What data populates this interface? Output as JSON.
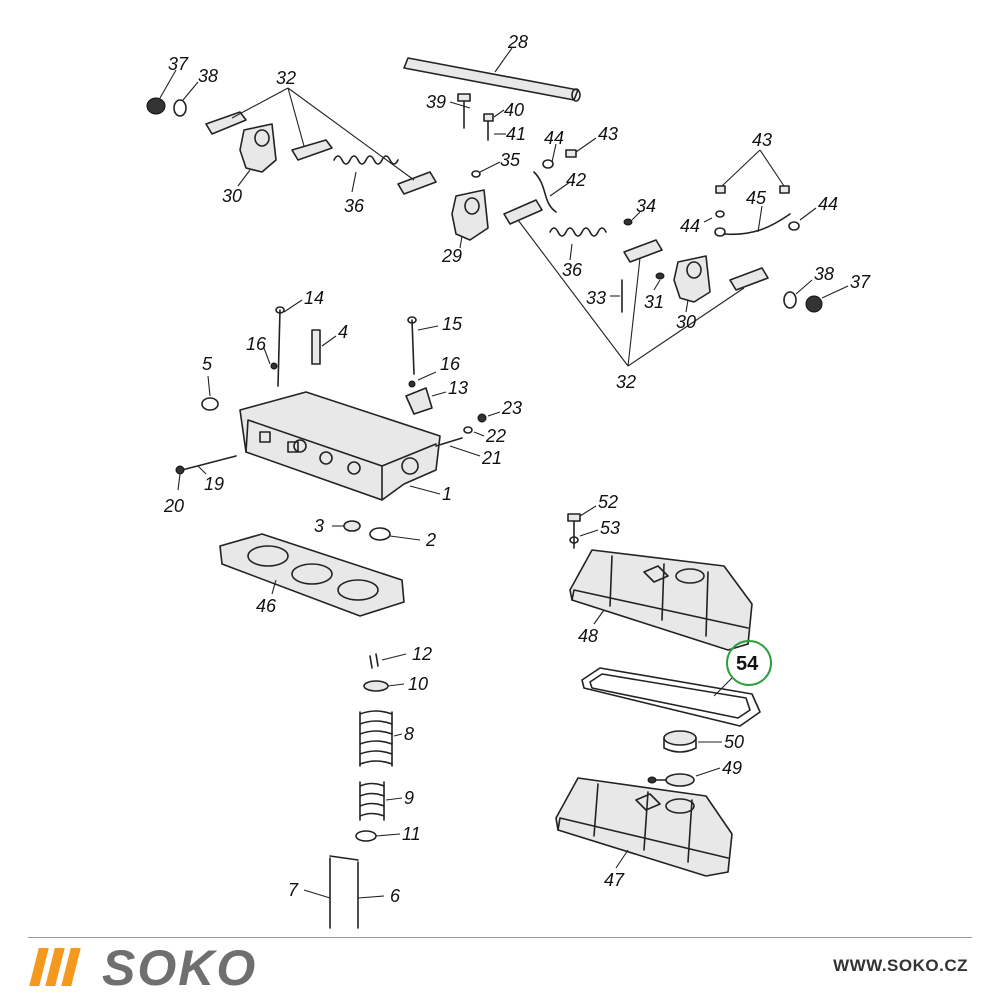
{
  "diagram": {
    "labels": [
      "28",
      "37",
      "38",
      "32",
      "39",
      "40",
      "41",
      "43",
      "44",
      "35",
      "42",
      "30",
      "36",
      "29",
      "34",
      "44",
      "45",
      "44",
      "43",
      "33",
      "31",
      "36",
      "30",
      "38",
      "37",
      "32",
      "14",
      "4",
      "15",
      "16",
      "16",
      "5",
      "13",
      "23",
      "22",
      "21",
      "1",
      "19",
      "20",
      "3",
      "2",
      "46",
      "52",
      "53",
      "48",
      "12",
      "10",
      "8",
      "9",
      "11",
      "7",
      "6",
      "50",
      "49",
      "47"
    ],
    "highlight_callout": "54",
    "highlight_color": "#2e9e3e"
  },
  "footer": {
    "brand_name": "SOKO",
    "brand_url": "WWW.SOKO.CZ",
    "brand_accent": "#f39a1e",
    "brand_text_color": "#6f6f6f"
  }
}
